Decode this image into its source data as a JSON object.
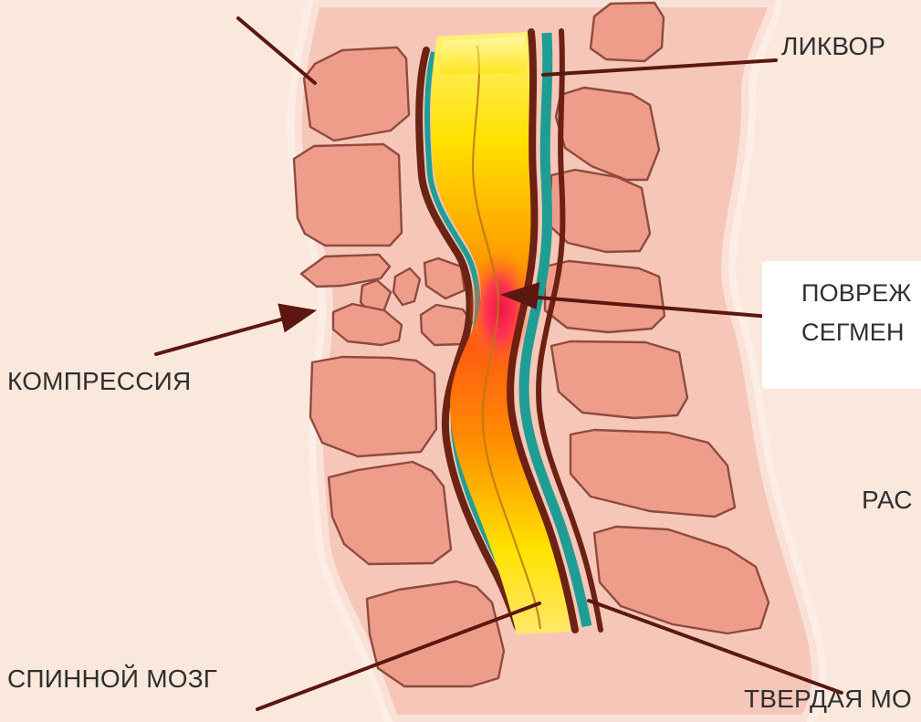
{
  "labels": {
    "csf": "ЛИКВОР",
    "damaged_line1": "ПОВРЕЖ",
    "damaged_line2": "СЕГМЕН",
    "compression": "КОМПРЕССИЯ",
    "partial_right": "РАС",
    "spinal_cord": "СПИННОЙ МОЗГ",
    "dura": "ТВЕРДАЯ МО"
  },
  "colors": {
    "background": "#fbe8dd",
    "soft_tissue": "#f6cbbc",
    "vertebra": "#ef9f8d",
    "vertebra_outline": "#7b3a32",
    "spinal_cord_yellow": "#ffe500",
    "spinal_cord_orange": "#ff9f00",
    "injury_red": "#e81f3c",
    "csf_teal": "#1fa39a",
    "dura_brown": "#7a2a12",
    "pointer": "#5b1710"
  }
}
